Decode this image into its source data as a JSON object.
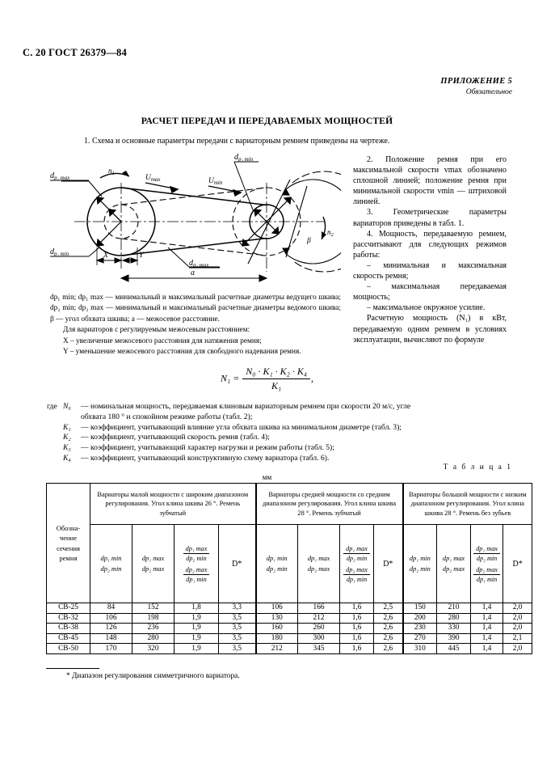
{
  "header": {
    "page_ref": "С. 20 ГОСТ 26379—84",
    "appendix": "ПРИЛОЖЕНИЕ 5",
    "appendix_note": "Обязательное"
  },
  "doc": {
    "title": "РАСЧЕТ ПЕРЕДАЧ И ПЕРЕДАВАЕМЫХ МОЩНОСТЕЙ",
    "item1": "1.  Схема и основные параметры передачи с вариаторным ремнем приведены на чертеже."
  },
  "figure": {
    "labels": {
      "dp1max": "dp₁ max",
      "dp1min": "dp₁ min",
      "dp2max": "dp₂ max",
      "dp2min": "dp₂ min",
      "n1": "n₁",
      "n2": "n₂",
      "vmax": "Umax",
      "vmin": "Umin",
      "beta": "β",
      "x": "X",
      "y": "Y",
      "a": "a"
    }
  },
  "right_column": {
    "item2": "2. Положение ремня при его максимальной скорости vmax обозначено сплошной линией; положение ремня при минимальной скорости vmin — штриховой линией.",
    "item3": "3. Геометрические параметры вариаторов приведены в табл. 1.",
    "item4": "4. Мощность, передаваемую ремнем, рассчитывают для следующих режимов работы:",
    "dash1": "– минимальная и максимальная скорость ремня;",
    "dash2": "– максимальная передаваемая мощность;",
    "dash3": "– максимальное окружное усилие.",
    "closing": "Расчетную мощность (N₁) в кВт, передаваемую одним ремнем в условиях эксплуатации, вычисляют по формуле"
  },
  "definitions": {
    "line1": "dp₁ min; dp₁ max — минимальный и максимальный расчетные диаметры ведущего шкива; dp₂ min; dp₂ max — минимальный и максимальный расчетные диаметры ведомого шкива; β — угол обхвата шкива; a — межосевое расстояние.",
    "line2": "Для вариаторов с регулируемым межосевым расстоянием:",
    "line3": "X – увеличение межосевого расстояния для натяжения ремня;",
    "line4": "Y – уменьшение межосевого расстояния для свободного надевания ремня."
  },
  "formula": {
    "lhs": "N₁",
    "equals": "=",
    "numerator": "N₀ · K₁ · K₂ · K₄",
    "denominator": "K₁",
    "trailing": ","
  },
  "where_list": {
    "lead": "где",
    "items": [
      {
        "symbol": "N₀",
        "text": "— номинальная мощность, передаваемая клиновым вариаторным ремнем при скорости 20 м/с, угле",
        "cont": "обхвата 180 ° и спокойном режиме работы (табл. 2);"
      },
      {
        "symbol": "K₁",
        "text": "— коэффициент, учитывающий влияние угла обхвата шкива на минимальном диаметре (табл. 3);",
        "cont": ""
      },
      {
        "symbol": "K₂",
        "text": "— коэффициент, учитывающий скорость ремня (табл. 4);",
        "cont": ""
      },
      {
        "symbol": "K₃",
        "text": "— коэффициент, учитывающий характер нагрузки и режим работы (табл. 5);",
        "cont": ""
      },
      {
        "symbol": "K₄",
        "text": "— коэффициент, учитывающий конструктивную схему вариатора (табл. 6).",
        "cont": ""
      }
    ]
  },
  "table": {
    "caption": "Т а б л и ц а  1",
    "units": "мм",
    "row_header": "Обозна-чение сечения ремня",
    "groups": [
      "Вариаторы малой мощности с широким диапазоном регулирования. Угол клина шкива 26 °. Ремень зубчатый",
      "Вариаторы средней мощности со средним диапазоном регулирования. Угол клина шкива 28 °. Ремень зубчатый",
      "Вариаторы большой мощности с низким диапазоном регулирования. Угол клина шкива 28 °. Ремень без зубьев"
    ],
    "subheaders": {
      "col_min": [
        "dp₁ min",
        "dp₂ min"
      ],
      "col_max": [
        "dp₁ max",
        "dp₂ max"
      ],
      "col_ratio": [
        {
          "num": "dp₁ max",
          "den": "dp₂ min"
        },
        {
          "num": "dp₂ max",
          "den": "dp₁ min"
        }
      ],
      "col_d": "D*"
    },
    "rows": [
      {
        "section": "СВ-25",
        "g1": [
          "84",
          "152",
          "1,8",
          "3,3"
        ],
        "g2": [
          "106",
          "166",
          "1,6",
          "2,5"
        ],
        "g3": [
          "150",
          "210",
          "1,4",
          "2,0"
        ]
      },
      {
        "section": "СВ-32",
        "g1": [
          "106",
          "198",
          "1,9",
          "3,5"
        ],
        "g2": [
          "130",
          "212",
          "1,6",
          "2,6"
        ],
        "g3": [
          "200",
          "280",
          "1,4",
          "2,0"
        ]
      },
      {
        "section": "СВ-38",
        "g1": [
          "126",
          "236",
          "1,9",
          "3,5"
        ],
        "g2": [
          "160",
          "260",
          "1,6",
          "2,6"
        ],
        "g3": [
          "230",
          "330",
          "1,4",
          "2,0"
        ]
      },
      {
        "section": "СВ-45",
        "g1": [
          "148",
          "280",
          "1,9",
          "3,5"
        ],
        "g2": [
          "180",
          "300",
          "1,6",
          "2,6"
        ],
        "g3": [
          "270",
          "390",
          "1,4",
          "2,1"
        ]
      },
      {
        "section": "СВ-50",
        "g1": [
          "170",
          "320",
          "1,9",
          "3,5"
        ],
        "g2": [
          "212",
          "345",
          "1,6",
          "2,6"
        ],
        "g3": [
          "310",
          "445",
          "1,4",
          "2,0"
        ]
      }
    ]
  },
  "footnote": "* Диапазон регулирования симметричного вариатора."
}
